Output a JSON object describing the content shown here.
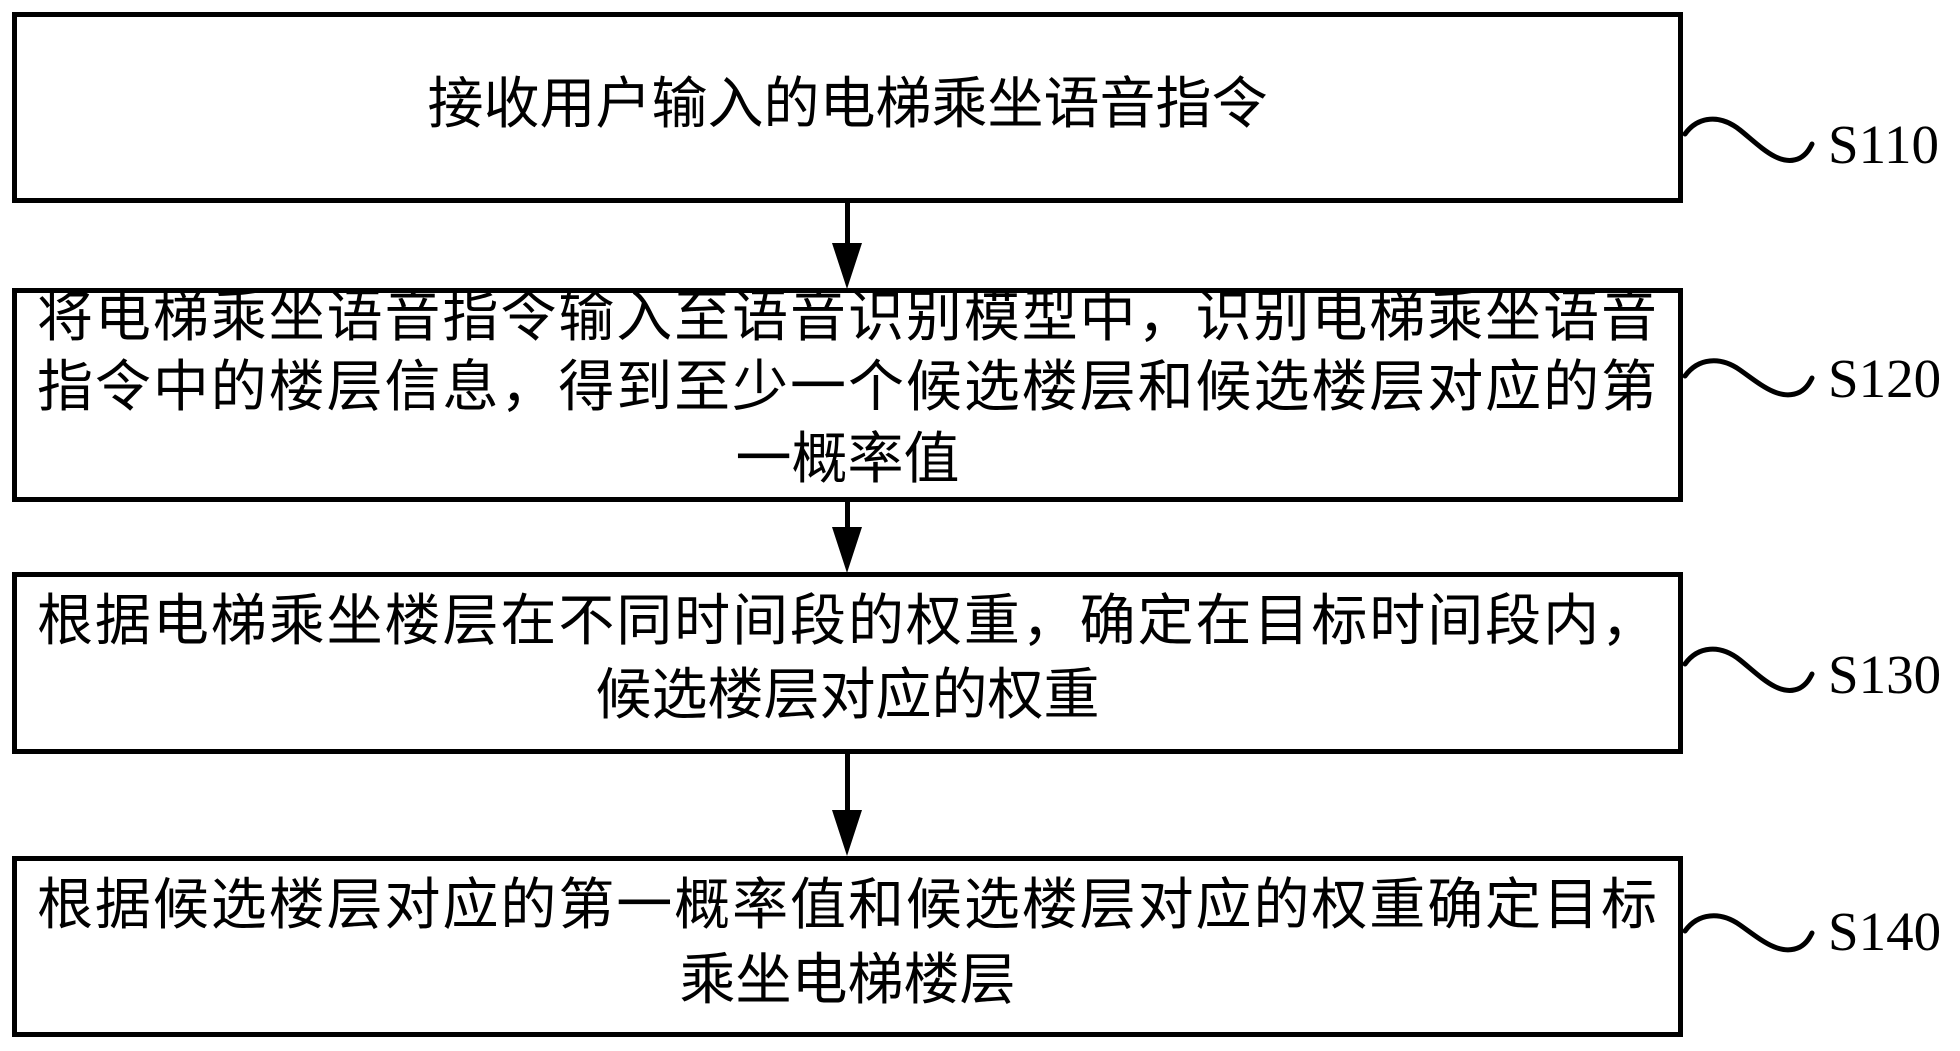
{
  "flowchart": {
    "steps": [
      {
        "id": "S110",
        "label": "S110",
        "lines": [
          "接收用户输入的电梯乘坐语音指令"
        ]
      },
      {
        "id": "S120",
        "label": "S120",
        "lines": [
          "将电梯乘坐语音指令输入至语音识别模型中，识别电梯乘坐语音",
          "指令中的楼层信息，得到至少一个候选楼层和候选楼层对应的第",
          "一概率值"
        ]
      },
      {
        "id": "S130",
        "label": "S130",
        "lines": [
          "根据电梯乘坐楼层在不同时间段的权重，确定在目标时间段内，",
          "候选楼层对应的权重"
        ]
      },
      {
        "id": "S140",
        "label": "S140",
        "lines": [
          "根据候选楼层对应的第一概率值和候选楼层对应的权重确定目标",
          "乘坐电梯楼层"
        ]
      }
    ],
    "connectors": [
      {
        "from": "S110",
        "to": "S120",
        "type": "arrow-down"
      },
      {
        "from": "S120",
        "to": "S130",
        "type": "arrow-down"
      },
      {
        "from": "S130",
        "to": "S140",
        "type": "arrow-down"
      }
    ],
    "colors": {
      "stroke": "#000000",
      "background": "#ffffff",
      "text": "#000000"
    }
  }
}
